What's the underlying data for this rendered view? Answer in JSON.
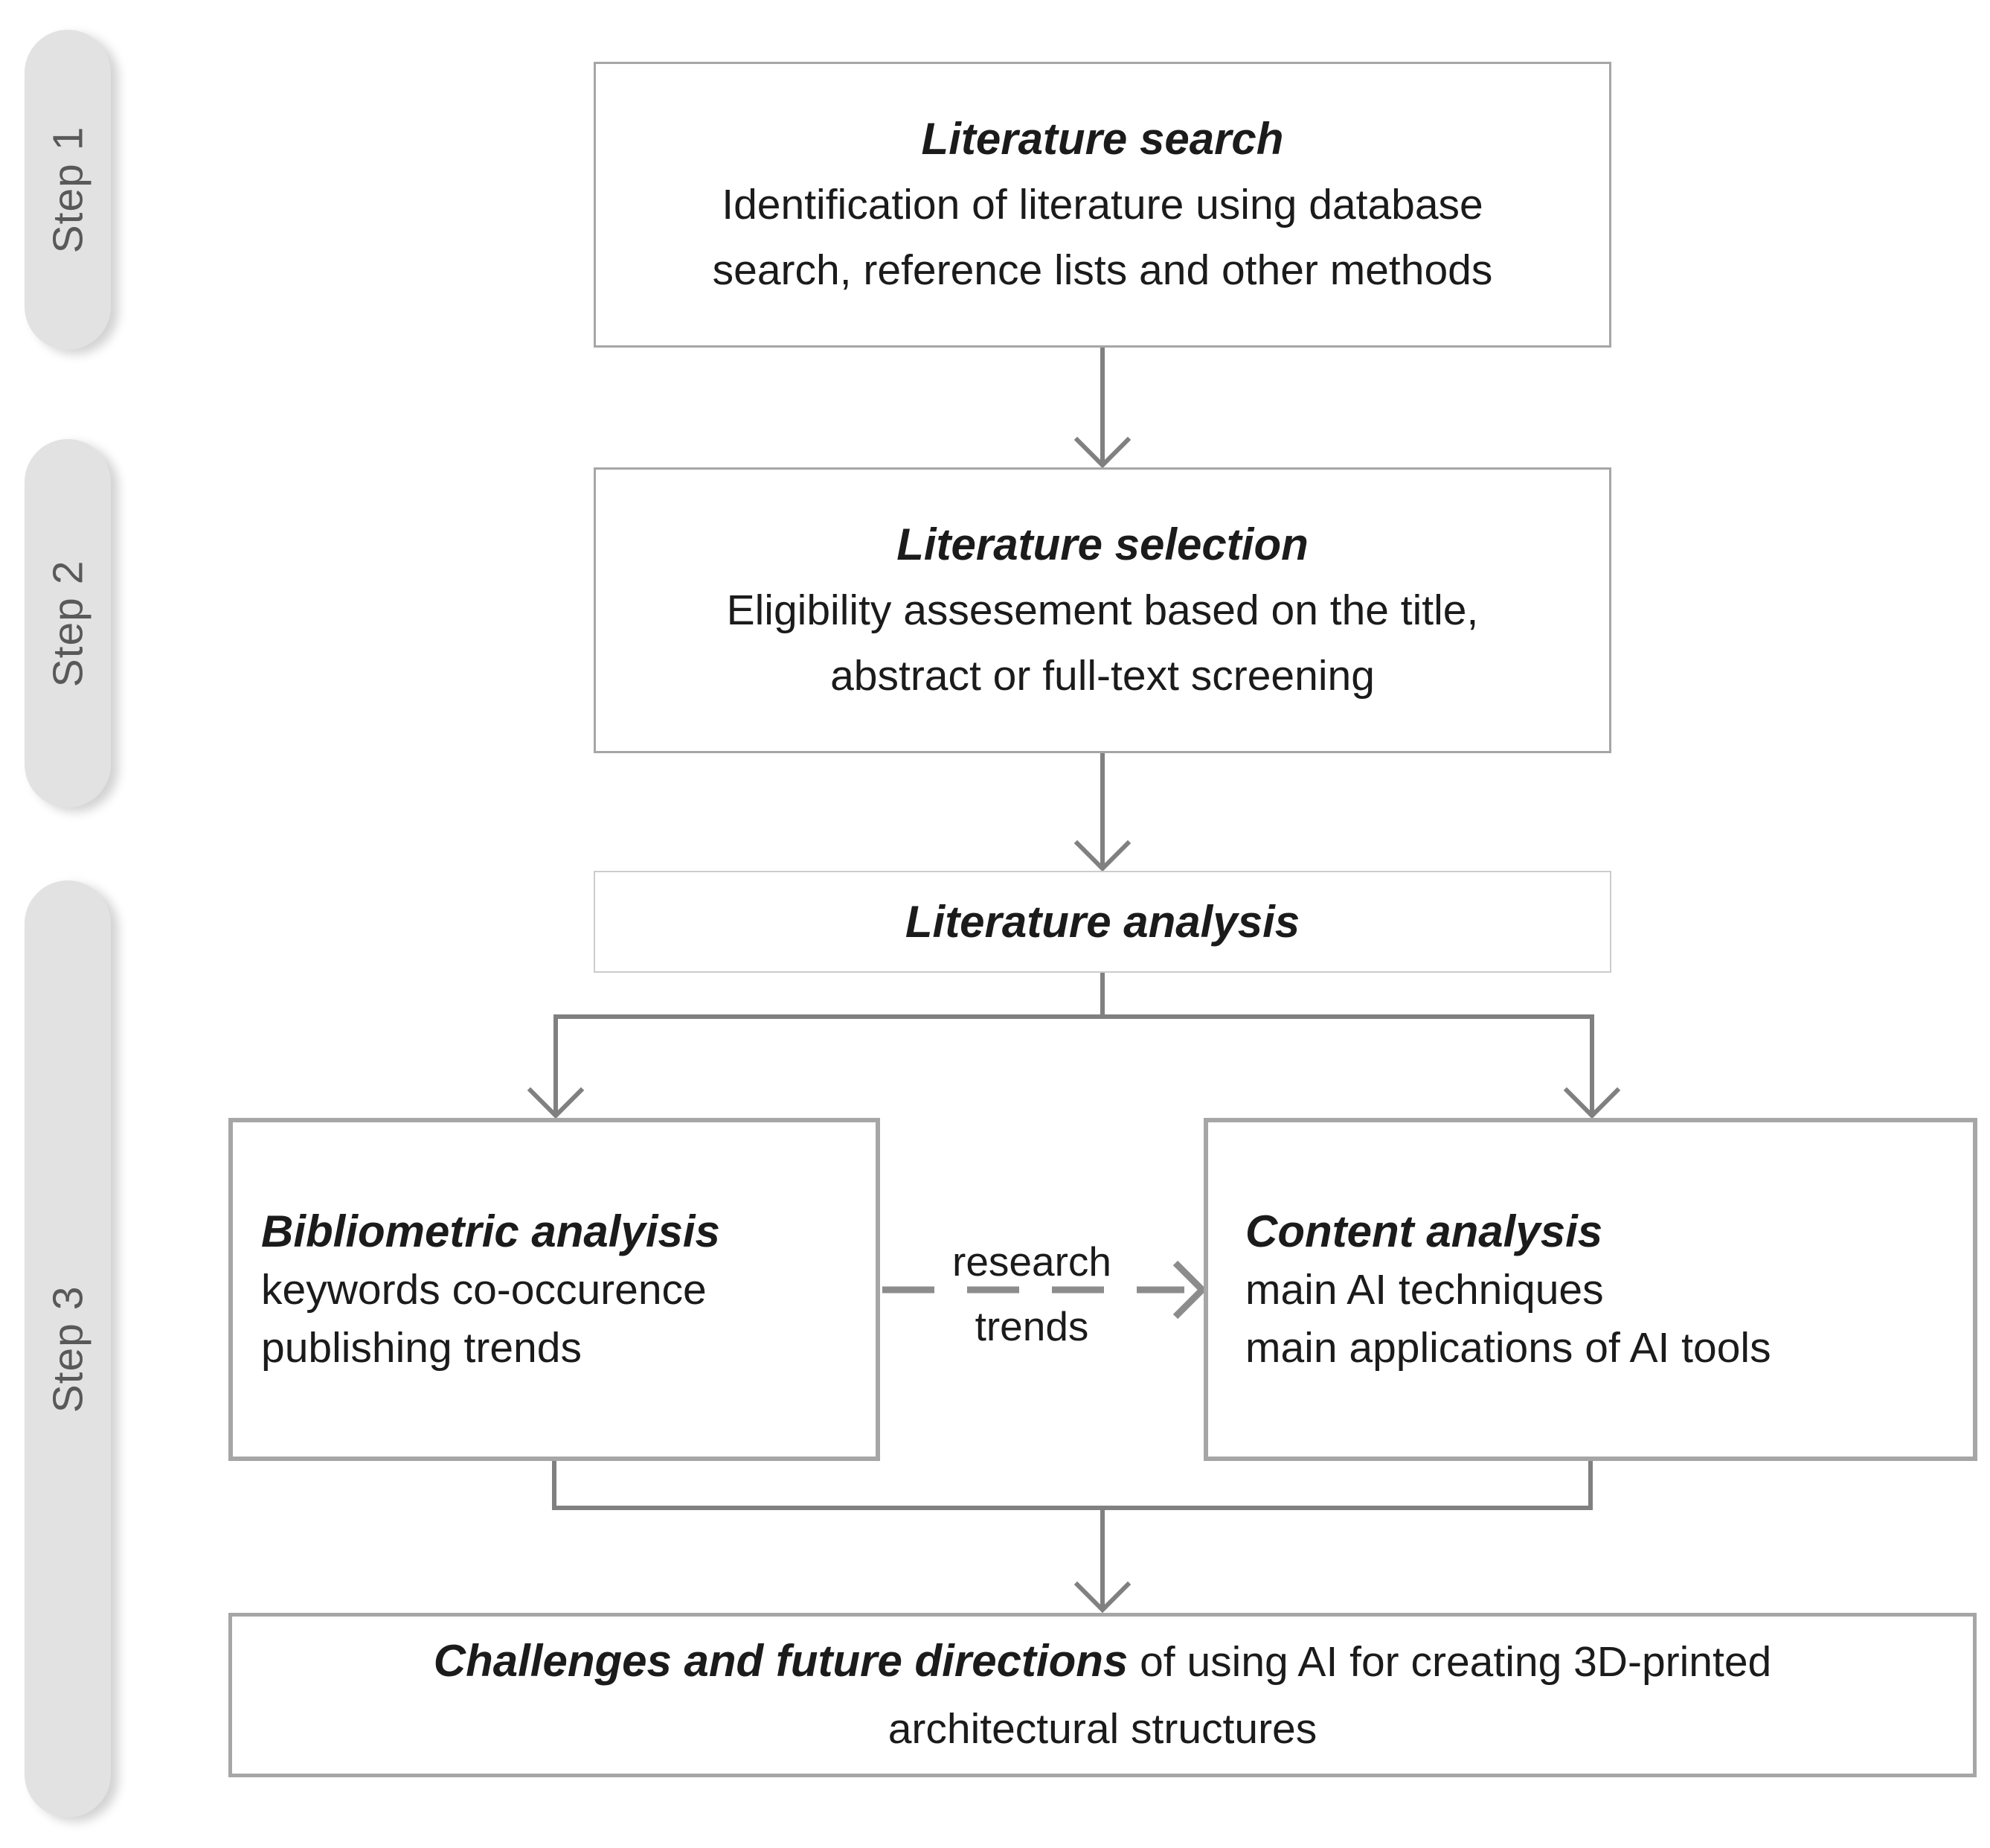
{
  "figure": {
    "type": "flowchart",
    "topic": "literature review methodology"
  },
  "steps": [
    {
      "label": "Step 1"
    },
    {
      "label": "Step 2"
    },
    {
      "label": "Step 3"
    }
  ],
  "boxes": {
    "literature_search": {
      "title": "Literature search",
      "lines": [
        "Identification of literature using database",
        "search, reference lists and other methods"
      ]
    },
    "literature_selection": {
      "title": "Literature selection",
      "lines": [
        "Eligibility assesement based on the title,",
        "abstract or full-text screening"
      ]
    },
    "literature_analysis": {
      "title": "Literature analysis"
    },
    "bibliometric_analysis": {
      "title": "Bibliometric analyisis",
      "lines": [
        "keywords co-occurence",
        "publishing trends"
      ]
    },
    "content_analysis": {
      "title": "Content analysis",
      "lines": [
        "main AI techniques",
        "main applications of AI tools"
      ]
    },
    "challenges": {
      "title_bold": "Challenges and future directions",
      "title_rest": " of using AI for creating 3D-printed",
      "line2": "architectural structures"
    }
  },
  "connector_labels": {
    "research_trends_line1": "research",
    "research_trends_line2": "trends"
  },
  "colors": {
    "box_border": "#a6a6a6",
    "light_border": "#cccccc",
    "arrow": "#808080",
    "dashed_arrow": "#8c8c8c",
    "pill_fill": "#e2e2e2",
    "pill_text": "#595959",
    "text": "#1b1b1b"
  }
}
